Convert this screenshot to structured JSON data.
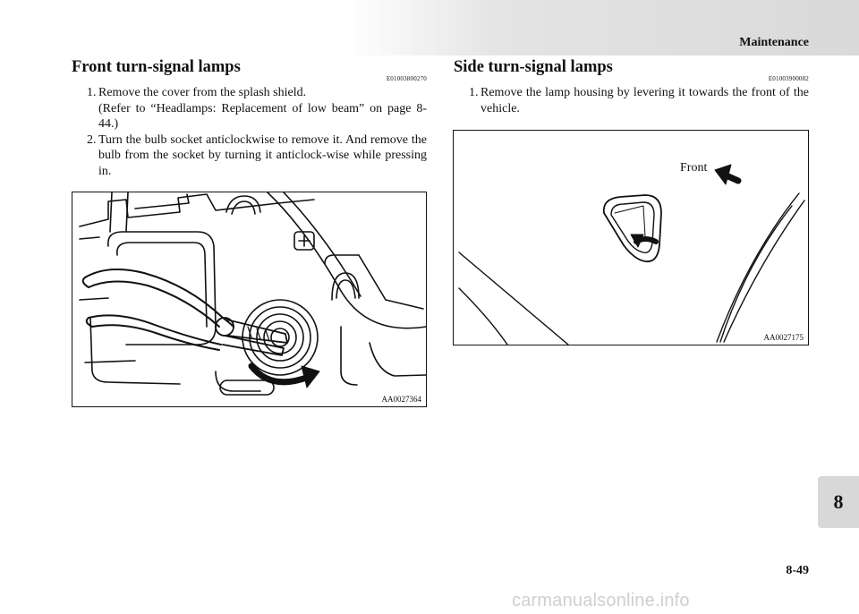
{
  "header": {
    "title": "Maintenance"
  },
  "left_section": {
    "title": "Front turn-signal lamps",
    "code": "E01003800270",
    "steps": [
      {
        "num": "1.",
        "text": "Remove the cover from the splash shield.",
        "note": "(Refer to “Headlamps: Replacement of low beam” on page 8-44.)"
      },
      {
        "num": "2.",
        "text": "Turn the bulb socket anticlockwise to remove it. And remove the bulb from the socket by turning it anticlock-wise while pressing in."
      }
    ],
    "figure_code": "AA0027364"
  },
  "right_section": {
    "title": "Side turn-signal lamps",
    "code": "E01003900082",
    "steps": [
      {
        "num": "1.",
        "text": "Remove the lamp housing by levering it towards the front of the vehicle."
      }
    ],
    "figure_label": "Front",
    "figure_code": "AA0027175"
  },
  "chapter_tab": "8",
  "page_number": "8-49",
  "watermark": "carmanualsonline.info"
}
